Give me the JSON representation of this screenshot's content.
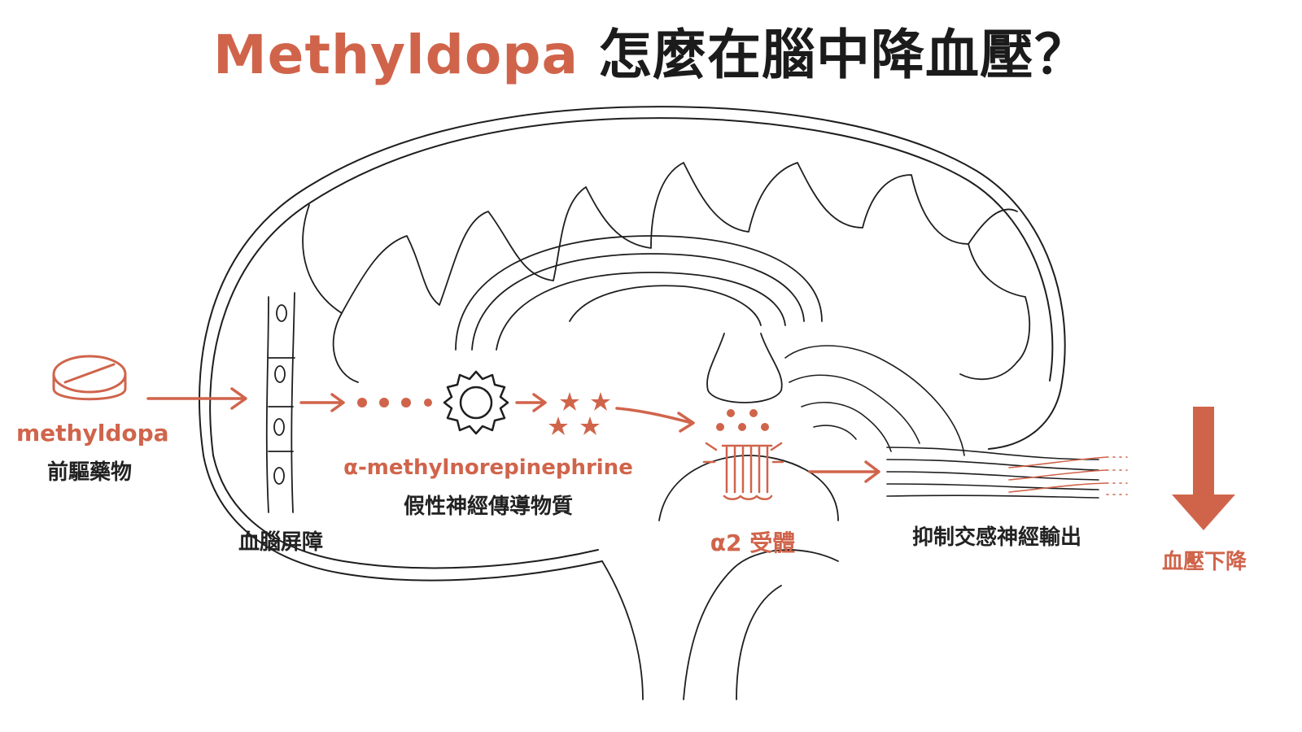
{
  "colors": {
    "accent": "#d0644b",
    "line": "#1e1e1e"
  },
  "title": {
    "en": "Methyldopa",
    "zh": " 怎麼在腦中降血壓？"
  },
  "labels": {
    "drug_name": "methyldopa",
    "drug_desc": "前驅藥物",
    "bbb": "血腦屏障",
    "metabolite_name": "α-methylnorepinephrine",
    "metabolite_desc": "假性神經傳導物質",
    "receptor": "α2 受體",
    "sympathetic": "抑制交感神經輸出",
    "result": "血壓下降"
  },
  "icons": [
    "pill-icon",
    "gear-icon",
    "star-icon",
    "receptor-icon",
    "nerve-fiber-icon",
    "down-arrow-icon"
  ]
}
